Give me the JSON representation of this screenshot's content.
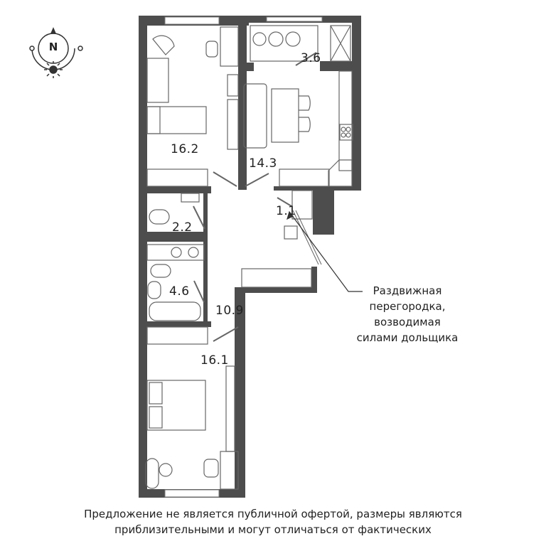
{
  "compass": {
    "north_label": "N"
  },
  "rooms": [
    {
      "id": "bedroom-1",
      "area": "16.2"
    },
    {
      "id": "kitchen-living",
      "area": "14.3"
    },
    {
      "id": "balcony",
      "area": "3.6"
    },
    {
      "id": "wc",
      "area": "2.2"
    },
    {
      "id": "wardrobe",
      "area": "1.1"
    },
    {
      "id": "bathroom",
      "area": "4.6"
    },
    {
      "id": "hallway",
      "area": "10.9"
    },
    {
      "id": "bedroom-2",
      "area": "16.1"
    }
  ],
  "annotation": {
    "lines": [
      "Раздвижная",
      "перегородка,",
      "возводимая",
      "силами дольщика"
    ]
  },
  "disclaimer": {
    "line1": "Предложение не является публичной офертой, размеры являются",
    "line2": "приблизительными и могут отличаться от фактических"
  },
  "colors": {
    "wall": "#4d4d4d",
    "line": "#555555"
  }
}
